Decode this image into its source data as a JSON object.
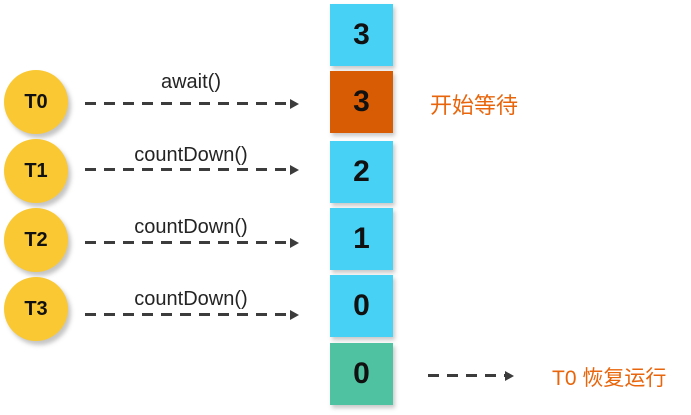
{
  "threads": [
    {
      "id": "T0",
      "method": "await()"
    },
    {
      "id": "T1",
      "method": "countDown()"
    },
    {
      "id": "T2",
      "method": "countDown()"
    },
    {
      "id": "T3",
      "method": "countDown()"
    }
  ],
  "latch": {
    "boxes": [
      {
        "value": "3",
        "color": "cyan"
      },
      {
        "value": "3",
        "color": "orange"
      },
      {
        "value": "2",
        "color": "cyan"
      },
      {
        "value": "1",
        "color": "cyan"
      },
      {
        "value": "0",
        "color": "cyan"
      },
      {
        "value": "0",
        "color": "teal"
      }
    ]
  },
  "annotations": {
    "start_waiting": "开始等待",
    "resume": "T0 恢复运行"
  },
  "colors": {
    "thread_circle": "#F9C833",
    "box_count": "#47D1F5",
    "box_waiting": "#D85C04",
    "box_released": "#4FC2A1",
    "annotation_text": "#E8650C",
    "arrow": "#3C3C3C"
  }
}
